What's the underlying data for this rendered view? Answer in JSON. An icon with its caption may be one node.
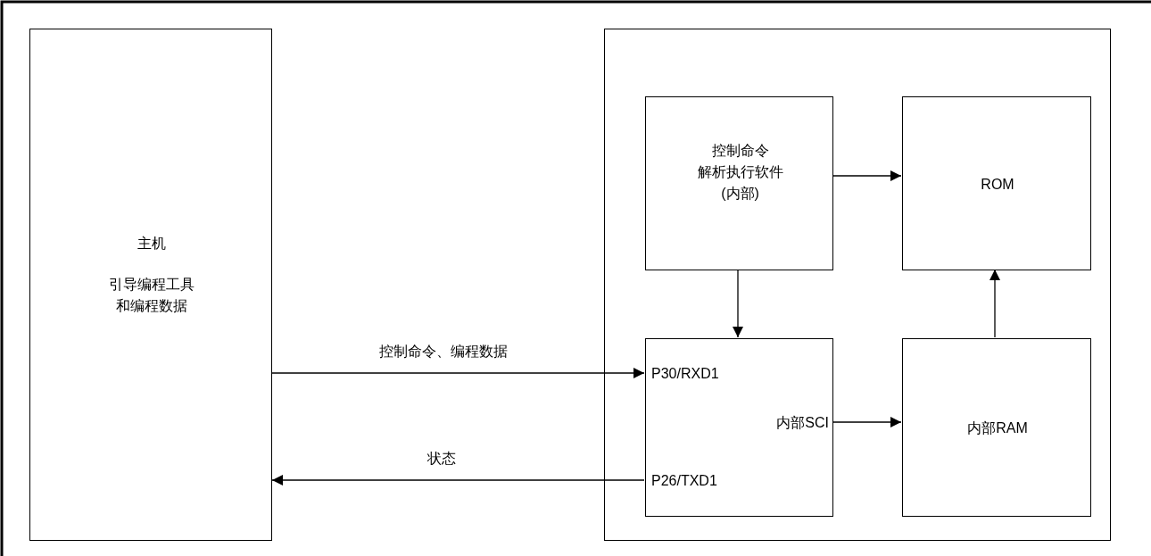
{
  "diagram": {
    "nodes": [
      {
        "text": [
          "主机",
          "引导编程工具和编程数据"
        ]
      },
      {
        "text": [],
        "shape": "box"
      },
      {
        "text": [
          "控制命令",
          "解析执行软件",
          "(内部)"
        ],
        "in": 1
      },
      {
        "text": [
          "ROM"
        ],
        "in": 1
      },
      {
        "text": [
          "P30/RXD1",
          "内部SCI",
          "P26/TXD1"
        ],
        "in": 1
      },
      {
        "text": [
          "内部RAM"
        ],
        "in": 1
      }
    ],
    "edges": [
      {
        "from": 0,
        "to": 4,
        "arrow": "to",
        "label": "控制命令、编程数据"
      },
      {
        "from": 4,
        "to": 0,
        "arrow": "to",
        "label": "状态"
      },
      {
        "from": 2,
        "to": 3,
        "arrow": "to"
      },
      {
        "from": 2,
        "to": 4,
        "arrow": "to"
      },
      {
        "from": 4,
        "to": 5,
        "arrow": "to"
      },
      {
        "from": 5,
        "to": 3,
        "arrow": "to"
      }
    ]
  }
}
